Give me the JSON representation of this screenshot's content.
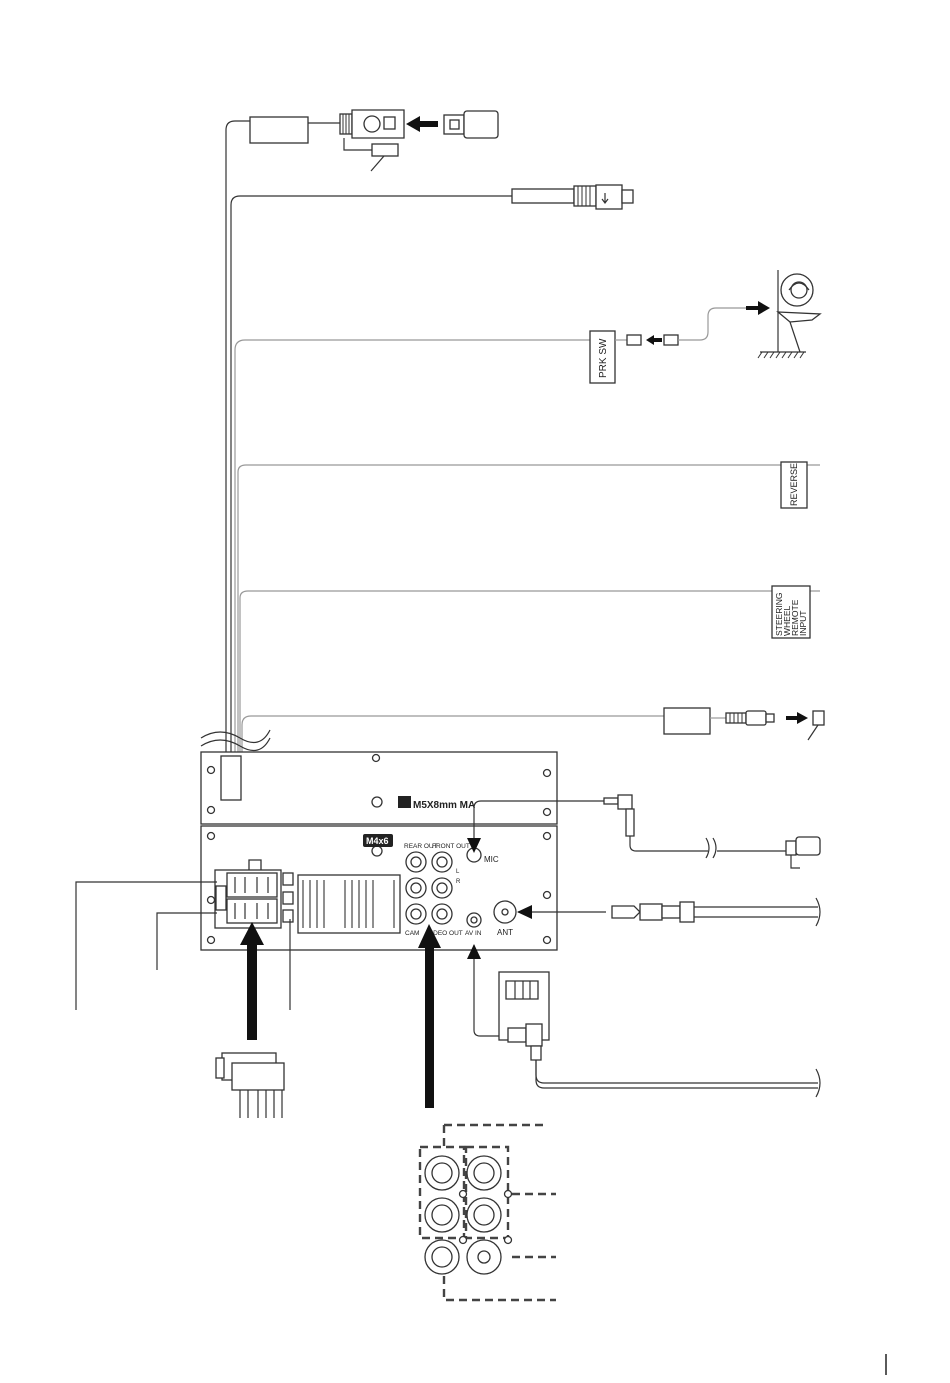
{
  "labels": {
    "prk_sw": "PRK SW",
    "reverse": "REVERSE",
    "steering_line1": "STEERING",
    "steering_line2": "WHEEL",
    "steering_line3": "REMOTE",
    "steering_line4": "INPUT",
    "screw_label": "M5X8mm MA",
    "m4x6": "M4x6",
    "rear_out": "REAR OUT",
    "front_out": "FRONT OUT",
    "mic": "MIC",
    "l": "L",
    "r": "R",
    "cam": "CAM",
    "video_out": "VIDEO OUT",
    "av_in": "AV IN",
    "ant": "ANT"
  }
}
